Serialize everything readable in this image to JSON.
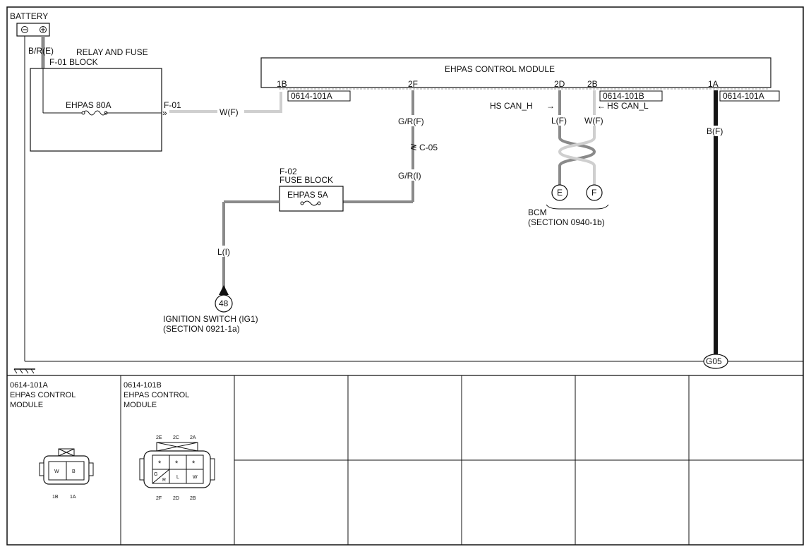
{
  "battery": {
    "label": "BATTERY",
    "wire": "B/R(E)"
  },
  "relay_block": {
    "label_line1": "RELAY AND FUSE",
    "label_line2": "F-01 BLOCK",
    "fuse": "EHPAS 80A",
    "terminal": "F-01"
  },
  "wire_1b": "W(F)",
  "module": {
    "title": "EHPAS CONTROL MODULE",
    "pins": {
      "p1b": "1B",
      "p2f": "2F",
      "p2d": "2D",
      "p2b": "2B",
      "p1a": "1A"
    },
    "connectors": {
      "c1": "0614-101A",
      "c2": "0614-101B",
      "c3": "0614-101A"
    }
  },
  "wire_2f_upper": "G/R(F)",
  "joint": "C-05",
  "wire_2f_lower": "G/R(I)",
  "fuse_block": {
    "label_line1": "F-02",
    "label_line2": "FUSE BLOCK",
    "fuse": "EHPAS 5A"
  },
  "wire_ignition": "L(I)",
  "ignition": {
    "circle": "48",
    "line1": "IGNITION SWITCH (IG1)",
    "line2": "(SECTION 0921-1a)"
  },
  "can": {
    "can_h": "HS CAN_H",
    "can_l": "HS CAN_L",
    "wire_h": "L(F)",
    "wire_l": "W(F)",
    "circle_e": "E",
    "circle_f": "F",
    "bcm_line1": "BCM",
    "bcm_line2": "(SECTION 0940-1b)"
  },
  "wire_1a": "B(F)",
  "ground": "G05",
  "connector_views": [
    {
      "id": "0614-101A",
      "name_line1": "EHPAS CONTROL",
      "name_line2": "MODULE",
      "cavities": [
        "W",
        "B"
      ],
      "pin_labels": [
        "1B",
        "1A"
      ]
    },
    {
      "id": "0614-101B",
      "name_line1": "EHPAS CONTROL",
      "name_line2": "MODULE",
      "top_labels": [
        "2E",
        "2C",
        "2A"
      ],
      "top_cavities": [
        "*",
        "*",
        "*"
      ],
      "bottom_cavities": [
        "G",
        "R",
        "L",
        "W"
      ],
      "bottom_labels": [
        "2F",
        "2D",
        "2B"
      ]
    }
  ],
  "colors": {
    "ink": "#111111",
    "wire_gray": "#8a8a8a",
    "wire_black": "#141414",
    "wire_light": "#cfcfcf"
  }
}
